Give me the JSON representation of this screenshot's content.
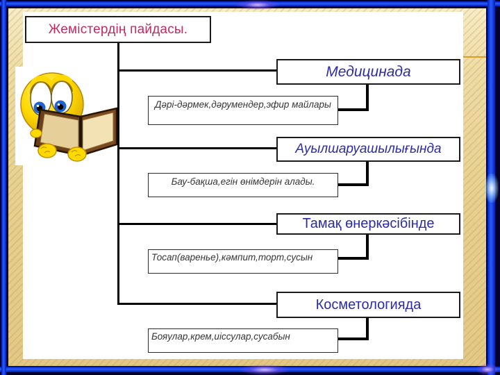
{
  "slide": {
    "title": "Жемістердің пайдасы.",
    "branches": [
      {
        "category": "Медицинада",
        "detail": "Дәрі-дәрмек,дәрумендер,эфир майлары"
      },
      {
        "category": "Ауылшаруашылығында",
        "detail": "Бау-бақша,егін өнімдерін алады."
      },
      {
        "category": "Тамақ өнеркәсібінде",
        "detail": "Тосап(варенье),кәмпит,торт,сусын"
      },
      {
        "category": "Косметологияда",
        "detail": "Бояулар,крем,иіссулар,сусабын"
      }
    ],
    "illustration": "smiley-reading-book",
    "colors": {
      "title_text": "#c22a62",
      "category_text": "#2b2ba6",
      "detail_text": "#353535",
      "connector": "#000000",
      "frame_blue": "#2a5bff",
      "background_tan": "#e7d08f"
    }
  }
}
